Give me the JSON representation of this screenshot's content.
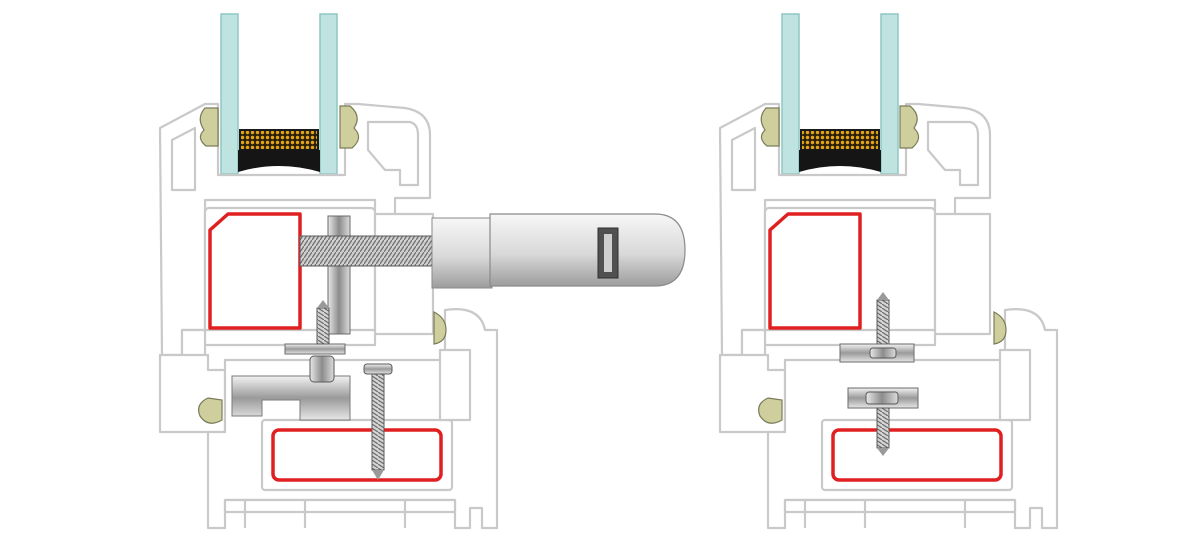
{
  "figure": {
    "panels": [
      {
        "id": "left",
        "components": [
          "double-glazing",
          "glazing-bead",
          "sash-profile",
          "frame-profile",
          "steel-reinforcement",
          "window-handle",
          "gaskets",
          "mounting-screw",
          "self-drilling-screws"
        ]
      },
      {
        "id": "right",
        "components": [
          "double-glazing",
          "glazing-bead",
          "sash-profile",
          "frame-profile",
          "steel-reinforcement",
          "gaskets",
          "self-drilling-screws"
        ]
      }
    ],
    "colors": {
      "glass": "#bfe3e0",
      "glass_edge": "#8fc7c3",
      "profile": "#ffffff",
      "profile_outline": "#c9c9c9",
      "reinforcement": "#e02020",
      "spacer": "#d9a21b",
      "gasket": "#cfcf9e",
      "metal": "#b8b8b8"
    }
  }
}
